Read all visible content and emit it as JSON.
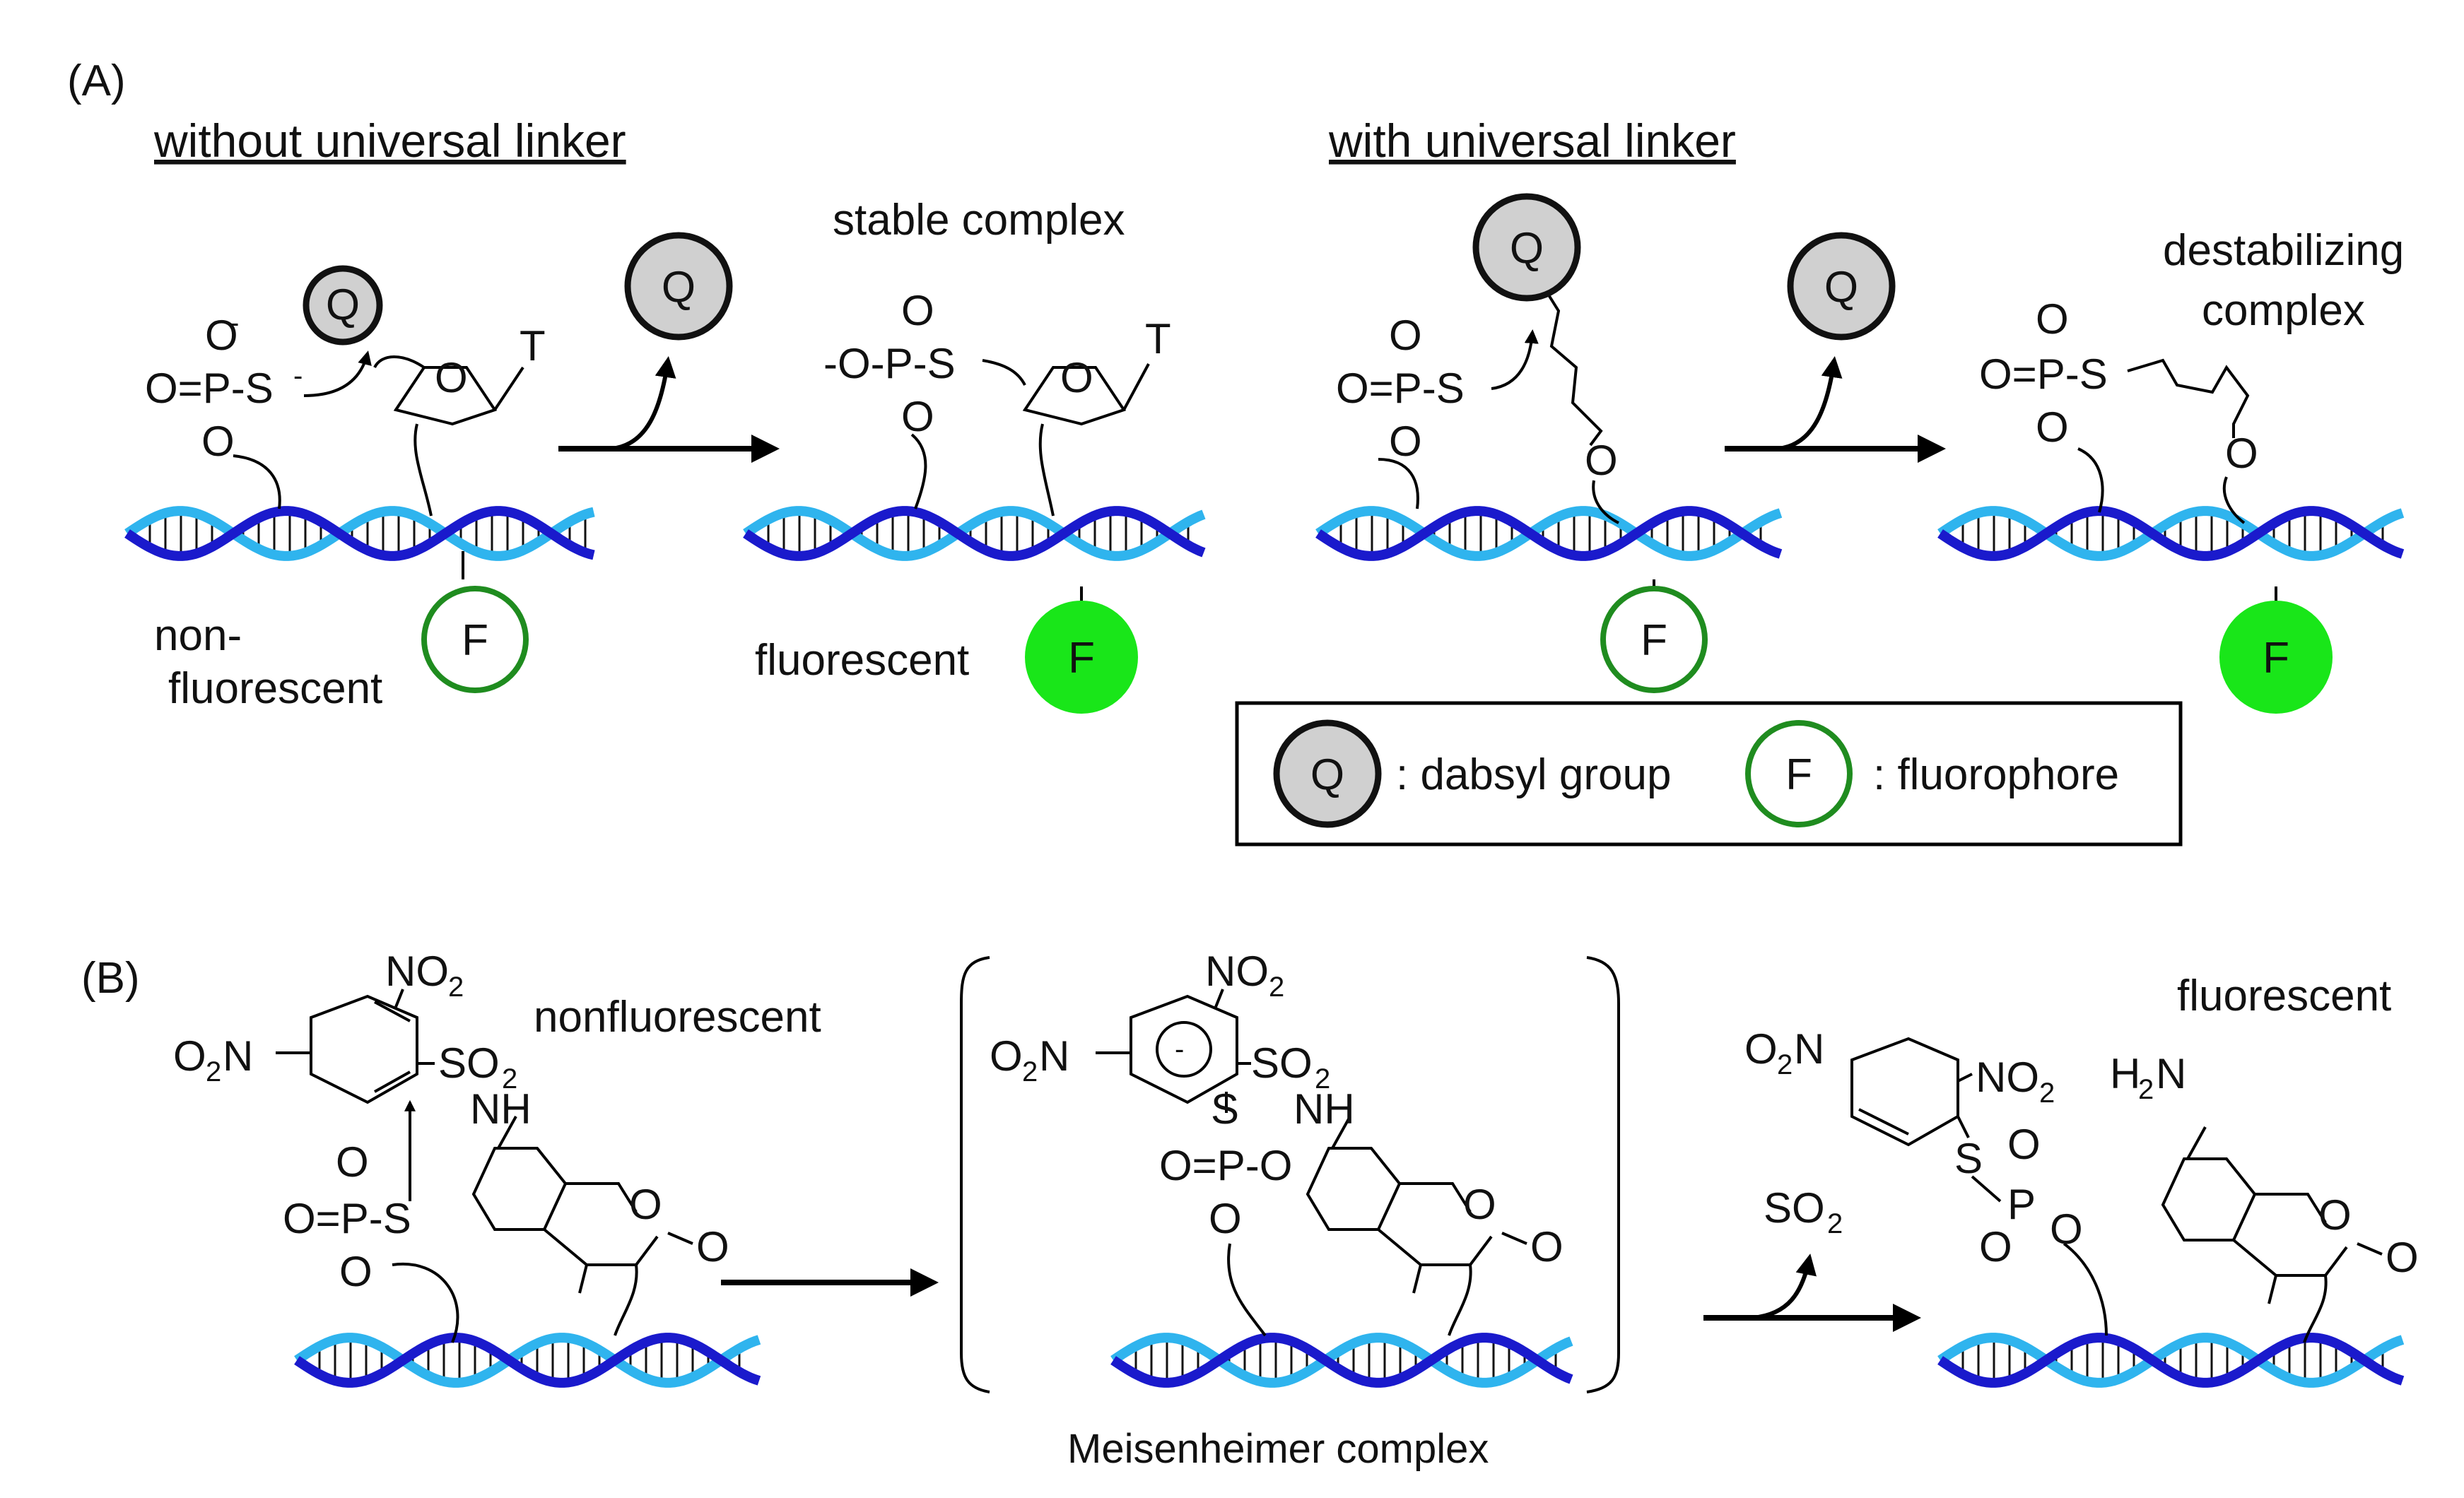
{
  "panel_a": {
    "label": "(A)",
    "header_without": "without universal linker",
    "header_with": "with universal linker",
    "stable_complex": "stable complex",
    "destabilizing_1": "destabilizing",
    "destabilizing_2": "complex",
    "non_1": "non-",
    "non_2": "fluorescent",
    "fluorescent": "fluorescent",
    "Q": "Q",
    "F": "F",
    "T": "T",
    "O": "O",
    "O_minus": "O",
    "OPS": "O=P-S",
    "OPS2": "-O-P-S",
    "OPS3": "O=P-S",
    "legend_q": ": dabsyl group",
    "legend_f": ": fluorophore"
  },
  "panel_b": {
    "label": "(B)",
    "nonfluorescent": "nonfluorescent",
    "fluorescent": "fluorescent",
    "no2": "NO",
    "o2n": "O",
    "so2": "SO",
    "nh": "NH",
    "h2n": "H",
    "n": "N",
    "S": "S",
    "P": "P",
    "O": "O",
    "opo": "O=P-O",
    "ops": "O=P-S",
    "so2_gas": "SO",
    "sub2": "2",
    "minus": "-",
    "meisenheimer": "Meisenheimer complex"
  },
  "colors": {
    "dna_dark": "#1a1acc",
    "dna_light": "#2fb4ee",
    "quencher_fill": "#d0d0d0",
    "fluor_green": "#19e619",
    "fluor_ring": "#1f8c1f"
  }
}
